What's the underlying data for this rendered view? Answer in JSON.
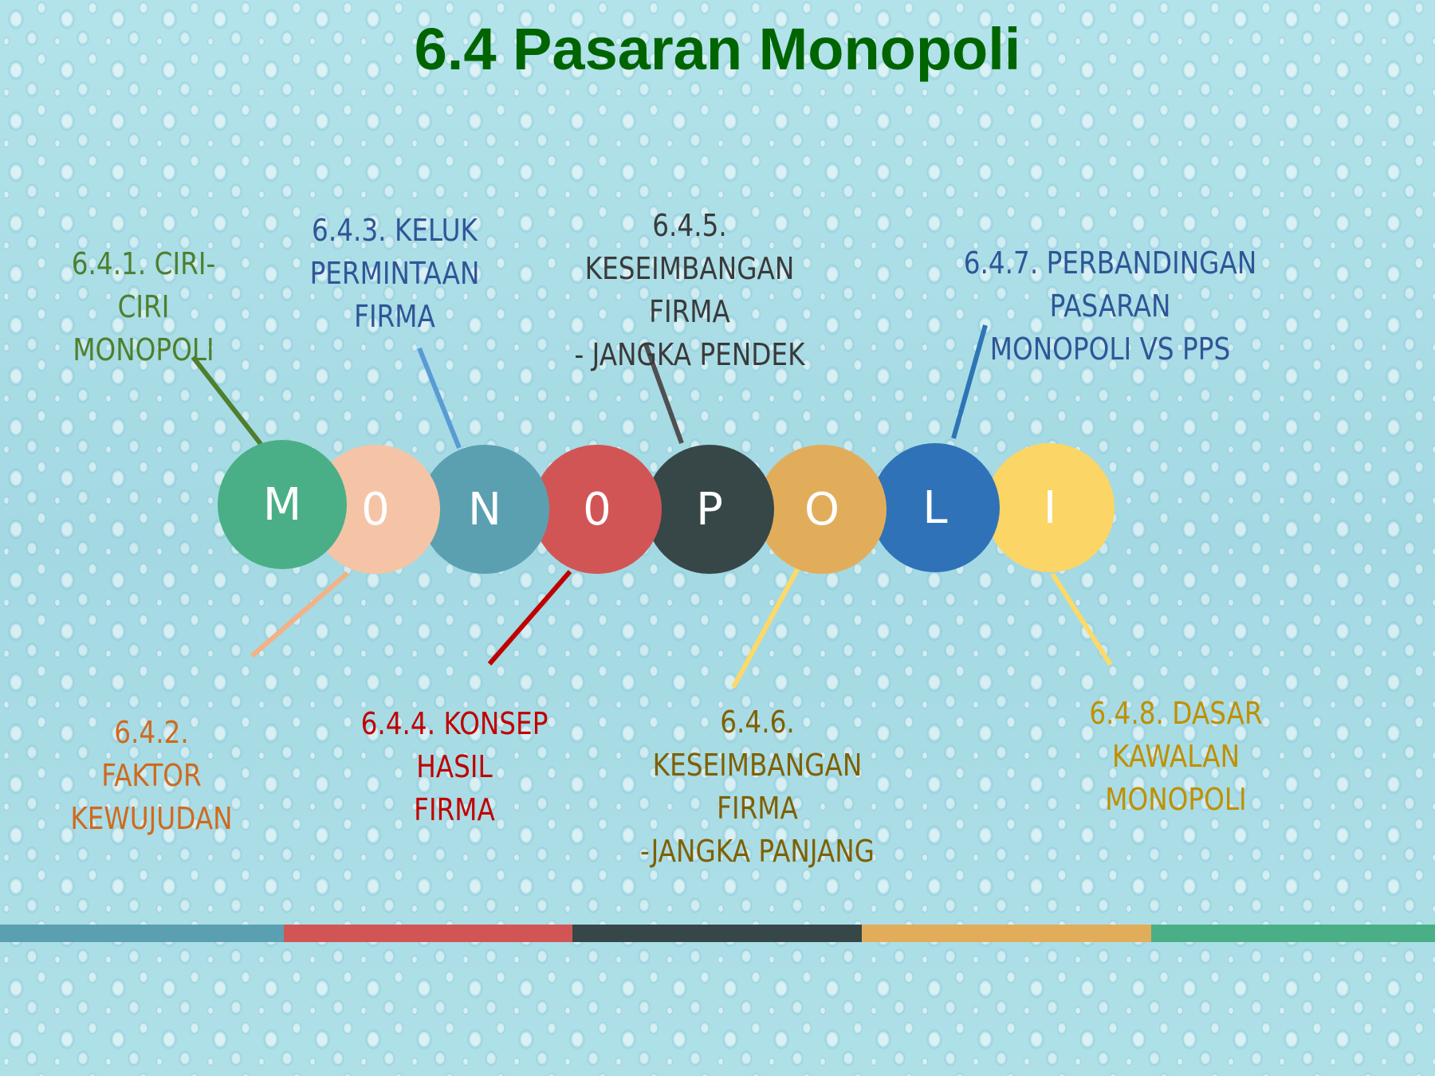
{
  "title": {
    "text": "6.4 Pasaran Monopoli",
    "color": "#006400"
  },
  "circles": [
    {
      "letter": "M",
      "color": "#4aaf87"
    },
    {
      "letter": "0",
      "color": "#f5c4a6"
    },
    {
      "letter": "N",
      "color": "#5ba0b1"
    },
    {
      "letter": "0",
      "color": "#d25556"
    },
    {
      "letter": "P",
      "color": "#374748"
    },
    {
      "letter": "O",
      "color": "#e2ad5b"
    },
    {
      "letter": "L",
      "color": "#2f72b8"
    },
    {
      "letter": "I",
      "color": "#fbd565"
    }
  ],
  "labels": {
    "l641": {
      "text": "6.4.1. CIRI-\nCIRI\nMONOPOLI",
      "color": "#4e7f2e"
    },
    "l642": {
      "text": "6.4.2.\nFAKTOR\nKEWUJUDAN",
      "color": "#cf6a1e"
    },
    "l643": {
      "text": "6.4.3. KELUK\nPERMINTAAN\nFIRMA",
      "color": "#2f5597"
    },
    "l644": {
      "text": "6.4.4. KONSEP\nHASIL\nFIRMA",
      "color": "#c00000"
    },
    "l645": {
      "text": "6.4.5.\nKESEIMBANGAN\nFIRMA\n- JANGKA PENDEK",
      "color": "#3a3a3a"
    },
    "l646": {
      "text": "6.4.6.\nKESEIMBANGAN\nFIRMA\n-JANGKA PANJANG",
      "color": "#7f6000"
    },
    "l647": {
      "text": "6.4.7. PERBANDINGAN\nPASARAN\nMONOPOLI VS PPS",
      "color": "#2f5597"
    },
    "l648": {
      "text": "6.4.8. DASAR\nKAWALAN\nMONOPOLI",
      "color": "#bf9000"
    }
  },
  "connector_colors": {
    "c641": "#4e7f2e",
    "c642": "#f4b183",
    "c643": "#5b9bd5",
    "c644": "#c00000",
    "c645": "#505050",
    "c646": "#ffd966",
    "c647": "#2e75b6",
    "c648": "#ffd966"
  },
  "bottom_bar": [
    "#5ba0b1",
    "#d25556",
    "#374748",
    "#e2ad5b",
    "#4aaf87"
  ]
}
